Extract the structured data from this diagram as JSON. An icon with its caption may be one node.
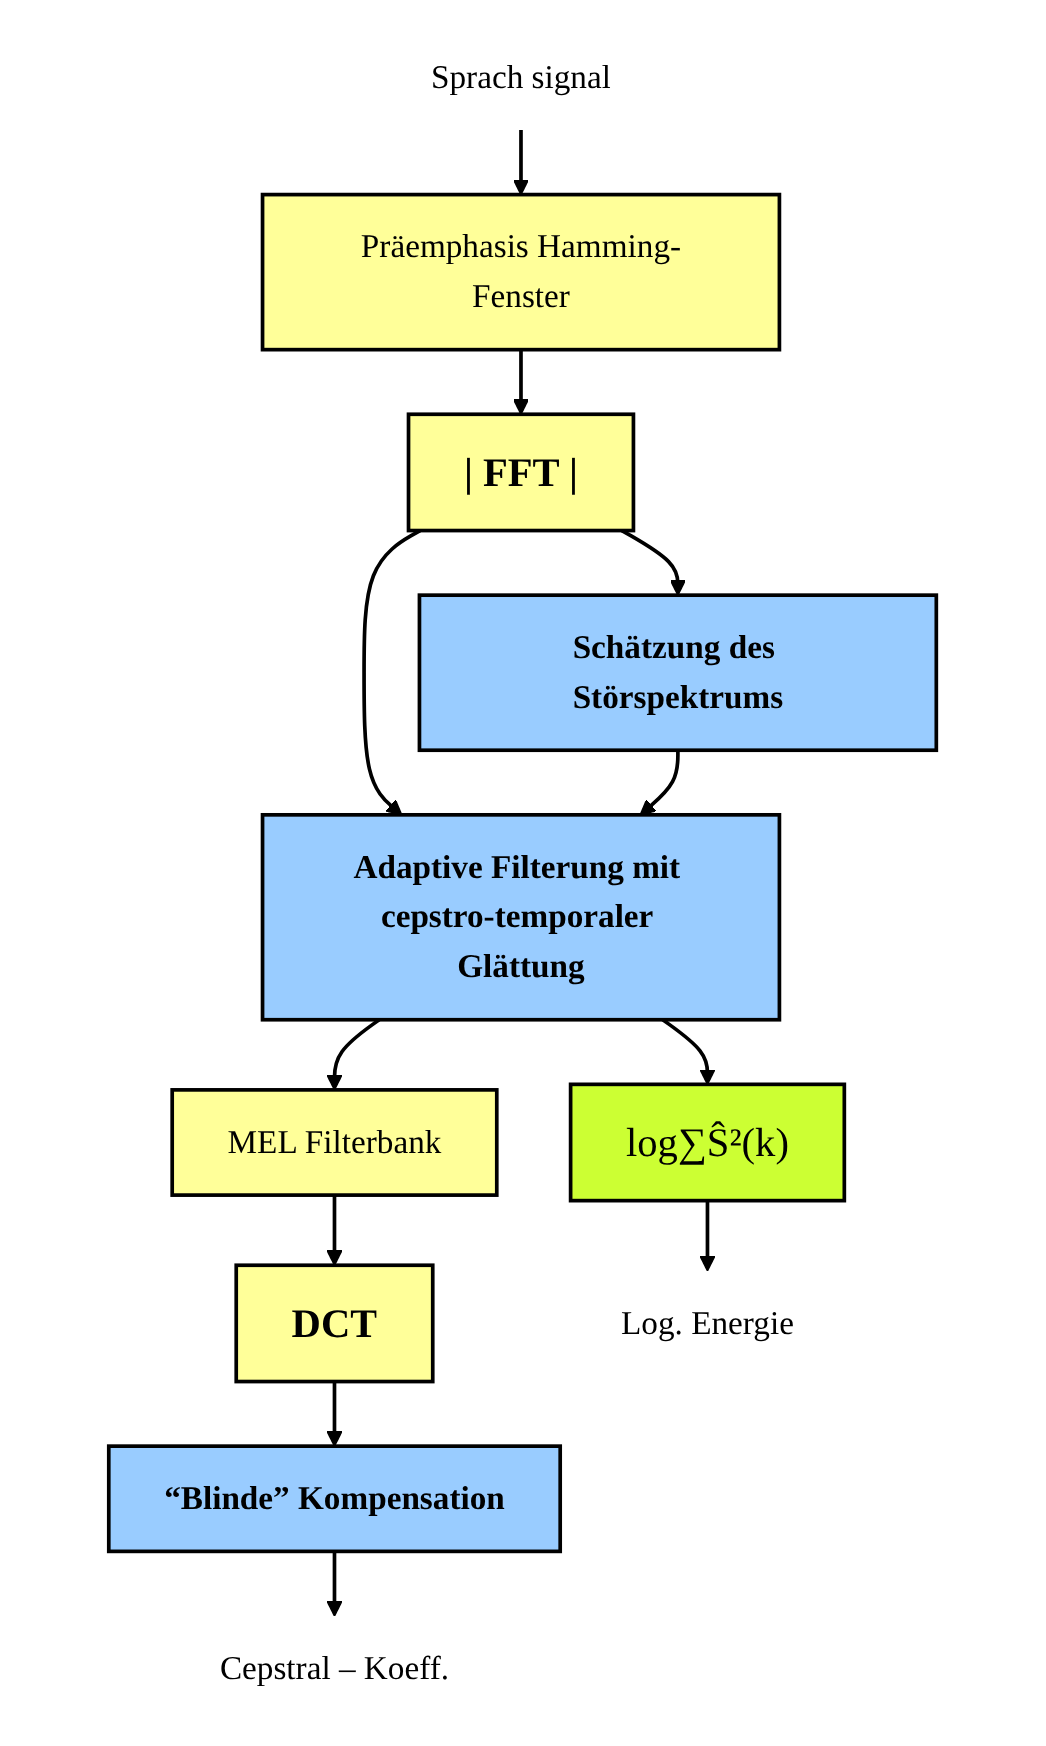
{
  "diagram": {
    "nodes": [
      {
        "text": [
          "Sprach signal"
        ]
      },
      {
        "text": [
          "Präemphasis Hamming-Fenster"
        ]
      },
      {
        "text": [
          "| FFT |"
        ]
      },
      {
        "text": [
          "Schätzung des Störspektrums"
        ]
      },
      {
        "text": [
          "Adaptive Filterung mit cepstro-temporaler Glättung"
        ]
      },
      {
        "text": [
          "MEL Filterbank"
        ]
      },
      {
        "text": [
          "DCT"
        ]
      },
      {
        "text": [
          "“Blinde” Kompensation"
        ]
      },
      {
        "text": [
          "log∑Ŝ²(k)"
        ]
      },
      {
        "text": [
          "Cepstral – Koeff."
        ]
      },
      {
        "text": [
          "Log. Energie"
        ]
      }
    ],
    "edges": [
      {
        "from": 0,
        "to": 1,
        "arrow": "to"
      },
      {
        "from": 1,
        "to": 2,
        "arrow": "to"
      },
      {
        "from": 2,
        "to": 4,
        "arrow": "to"
      },
      {
        "from": 2,
        "to": 3,
        "arrow": "to"
      },
      {
        "from": 3,
        "to": 4,
        "arrow": "to"
      },
      {
        "from": 4,
        "to": 5,
        "arrow": "to"
      },
      {
        "from": 4,
        "to": 8,
        "arrow": "to"
      },
      {
        "from": 5,
        "to": 6,
        "arrow": "to"
      },
      {
        "from": 6,
        "to": 7,
        "arrow": "to"
      },
      {
        "from": 7,
        "to": 9,
        "arrow": "to"
      },
      {
        "from": 8,
        "to": 10,
        "arrow": "to"
      }
    ]
  }
}
